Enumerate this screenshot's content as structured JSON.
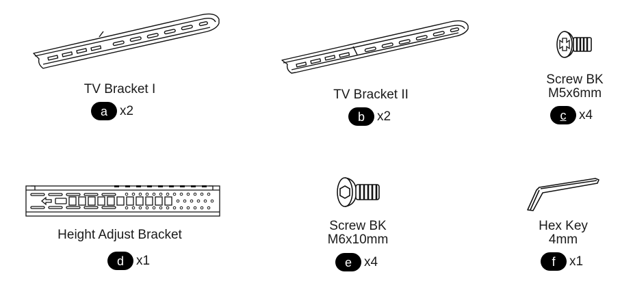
{
  "parts": [
    {
      "id": "a",
      "name_lines": [
        "TV Bracket I"
      ],
      "letter": "a",
      "qty": "x2",
      "icon": "tv-bracket-1-icon"
    },
    {
      "id": "b",
      "name_lines": [
        "TV Bracket II"
      ],
      "letter": "b",
      "qty": "x2",
      "icon": "tv-bracket-2-icon"
    },
    {
      "id": "c",
      "name_lines": [
        "Screw BK",
        "M5x6mm"
      ],
      "letter": "c",
      "qty": "x4",
      "icon": "phillips-screw-icon"
    },
    {
      "id": "d",
      "name_lines": [
        "Height Adjust Bracket"
      ],
      "letter": "d",
      "qty": "x1",
      "icon": "height-adjust-bracket-icon"
    },
    {
      "id": "e",
      "name_lines": [
        "Screw BK",
        "M6x10mm"
      ],
      "letter": "e",
      "qty": "x4",
      "icon": "hex-screw-icon"
    },
    {
      "id": "f",
      "name_lines": [
        "Hex Key",
        "4mm"
      ],
      "letter": "f",
      "qty": "x1",
      "icon": "hex-key-icon"
    }
  ]
}
